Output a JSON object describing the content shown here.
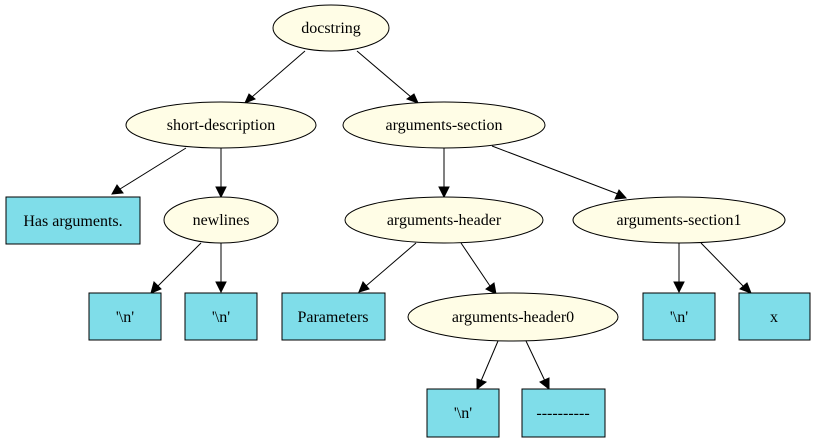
{
  "tree": {
    "root": {
      "label": "docstring"
    },
    "short_description": {
      "label": "short-description",
      "text": "Has arguments.",
      "newlines": {
        "label": "newlines",
        "tokens": [
          "'\\n'",
          "'\\n'"
        ]
      }
    },
    "arguments_section": {
      "label": "arguments-section",
      "header": {
        "label": "arguments-header",
        "title": "Parameters",
        "header0": {
          "label": "arguments-header0",
          "tokens": [
            "'\\n'",
            "----------"
          ]
        }
      },
      "section1": {
        "label": "arguments-section1",
        "tokens": [
          "'\\n'",
          "x"
        ]
      }
    }
  },
  "colors": {
    "internal_node_fill": "#fffde6",
    "leaf_node_fill": "#7fdde9"
  }
}
